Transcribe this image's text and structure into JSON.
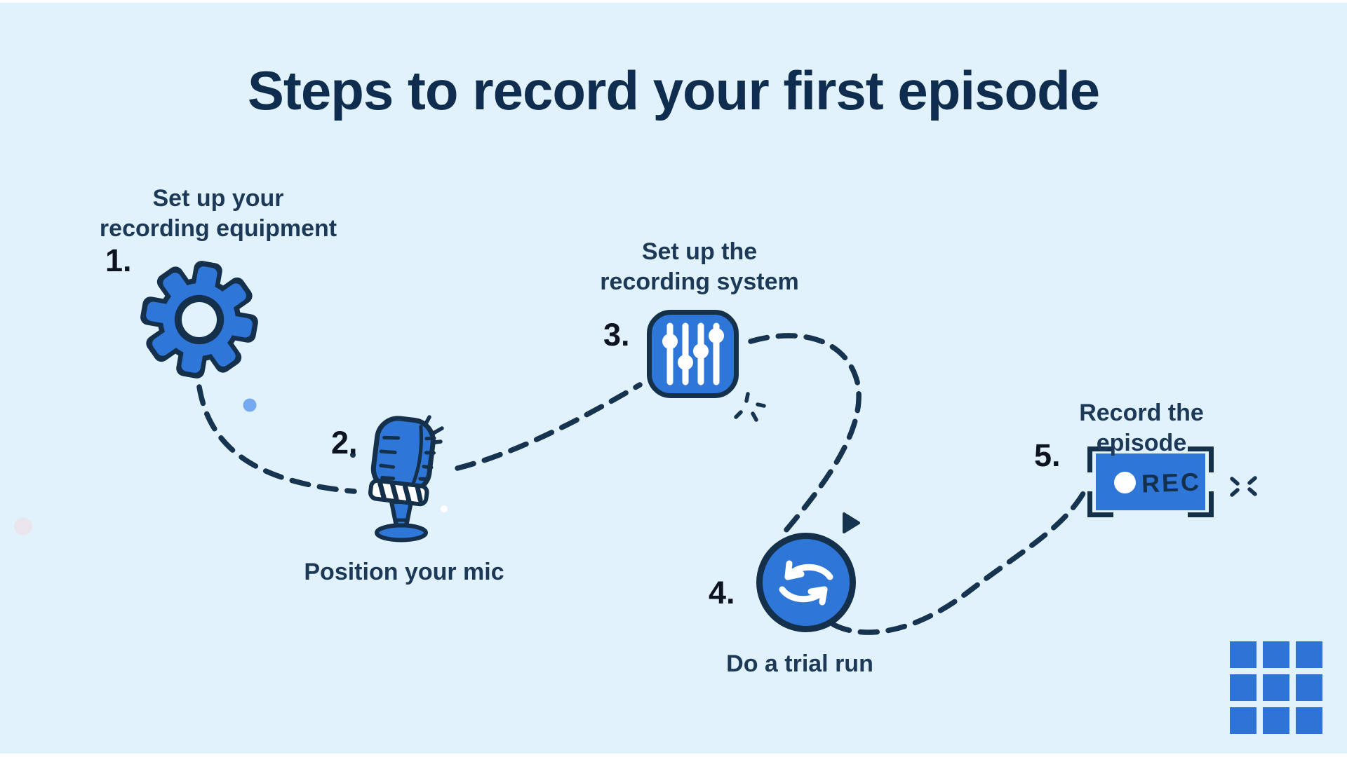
{
  "title": "Steps to record your first episode",
  "steps": [
    {
      "number": "1.",
      "label": "Set up your\nrecording equipment",
      "icon": "gear-icon"
    },
    {
      "number": "2.",
      "label": "Position your mic",
      "icon": "microphone-icon"
    },
    {
      "number": "3.",
      "label": "Set up the\nrecording system",
      "icon": "audio-mixer-sliders-icon"
    },
    {
      "number": "4.",
      "label": "Do a trial run",
      "icon": "sync-loop-icon"
    },
    {
      "number": "5.",
      "label": "Record the episode",
      "icon": "rec-frame-icon"
    }
  ],
  "rec_badge": {
    "text": "REC"
  },
  "colors": {
    "background": "#e1f2fc",
    "icon_blue": "#2f76d9",
    "outline_navy": "#14304b",
    "connector_navy": "#16334f",
    "title_text": "#0f2d4e",
    "caption_text": "#1c3a57",
    "number_text": "#0d1420",
    "accent_dot_blue": "#76a9f0",
    "grid_blue": "#2e74d6"
  },
  "decor": {
    "grid_squares": 9
  }
}
